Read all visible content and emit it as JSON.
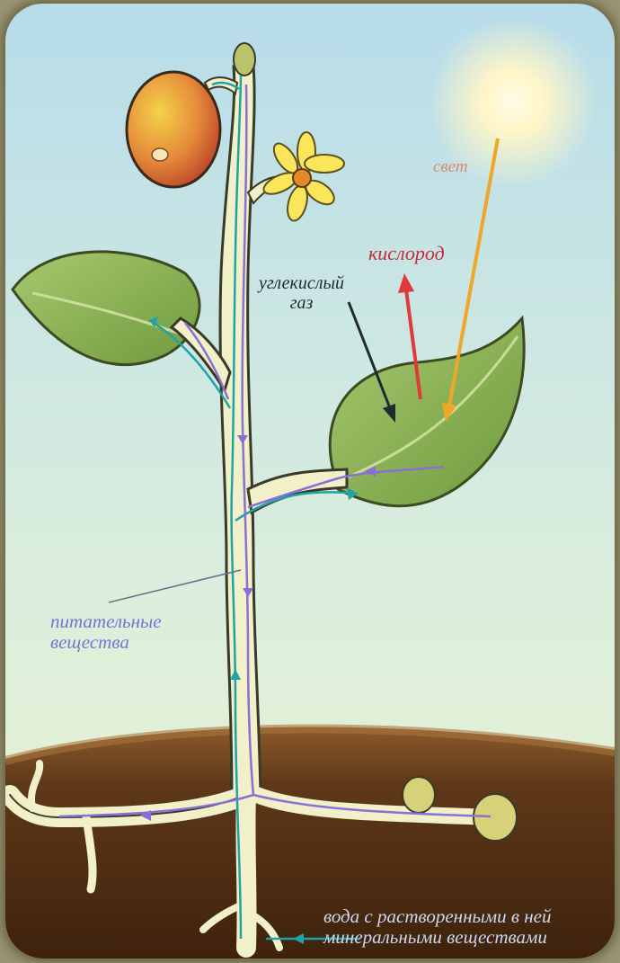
{
  "labels": {
    "light": "свет",
    "oxygen": "кислород",
    "carbon_dioxide_line1": "углекислый",
    "carbon_dioxide_line2": "газ",
    "nutrients_line1": "питательные",
    "nutrients_line2": "вещества",
    "water_line1": "вода с растворенными в ней",
    "water_line2": "минеральными веществами"
  },
  "colors": {
    "sky_top": "#b7dcea",
    "sky_bottom": "#e6f2d2",
    "soil": "#5a3517",
    "leaf": "#8cb25a",
    "stem": "#f1f0c8",
    "water_flow": "#1fa3a6",
    "nutrient_flow": "#8a6fd4",
    "oxygen_arrow": "#e03a3a",
    "light_arrow": "#f0a628",
    "fruit": "#e0903a",
    "flower": "#fbe55a"
  }
}
